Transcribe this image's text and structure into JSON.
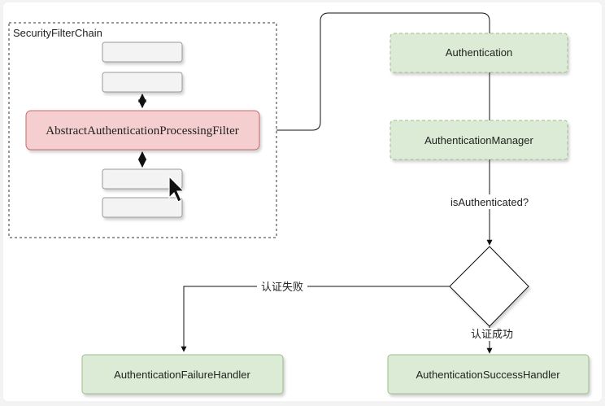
{
  "container": {
    "title": "SecurityFilterChain"
  },
  "filters": {
    "main": "AbstractAuthenticationProcessingFilter"
  },
  "nodes": {
    "authentication": "Authentication",
    "manager": "AuthenticationManager",
    "failure": "AuthenticationFailureHandler",
    "success": "AuthenticationSuccessHandler"
  },
  "edges": {
    "check": "isAuthenticated?",
    "fail": "认证失败",
    "ok": "认证成功"
  },
  "colors": {
    "green_fill": "#dcebd6",
    "green_stroke": "#9cbf8c",
    "red_fill": "#f5cfd0",
    "red_stroke": "#c9676b",
    "gray_fill": "#f3f3f3",
    "gray_stroke": "#9a9a9a"
  },
  "icons": {
    "cursor": "mouse-pointer-icon"
  }
}
